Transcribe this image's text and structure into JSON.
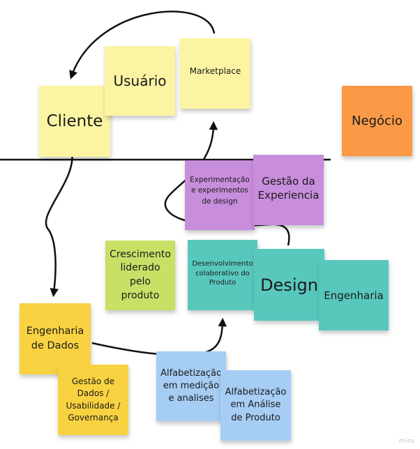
{
  "notes": {
    "cliente": "Cliente",
    "usuario": "Usuário",
    "marketplace": "Marketplace",
    "negocio": "Negócio",
    "experimentacao": "Experimentação\ne experimentos\nde design",
    "gestao_experiencia": "Gestão da\nExperiencia",
    "crescimento": "Crescimento\nliderado\npelo\nproduto",
    "desenvolvimento": "Desenvolvimento\ncolaborativo do\nProduto",
    "design": "Design",
    "engenharia": "Engenharia",
    "engenharia_dados": "Engenharia\nde Dados",
    "gestao_dados": "Gestão de\nDados /\nUsabilidade /\nGovernança",
    "alfabetizacao_medicao": "Alfabetização\nem medição\ne analises",
    "alfabetizacao_analise": "Alfabetização\nem Análise\nde Produto"
  },
  "colors": {
    "yellow_light": "#fbf5a3",
    "orange": "#fa9a47",
    "purple": "#c88ddb",
    "teal": "#58c8bd",
    "green": "#c9e067",
    "yellow": "#f8d240",
    "blue": "#a6cdf4",
    "line": "#111111"
  },
  "watermark": "miro"
}
